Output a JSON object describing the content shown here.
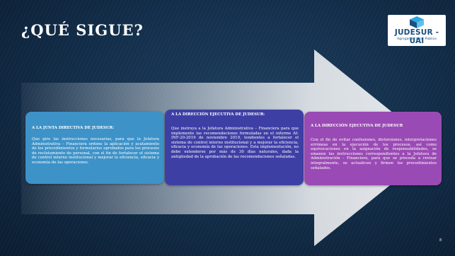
{
  "slide": {
    "title": "¿QUÉ SIGUE?",
    "page_number": "8"
  },
  "logo": {
    "name": "JUDESUR - UAI",
    "tagline": "Agregando Valor Público",
    "colors": {
      "primary": "#1a4f7e",
      "accent": "#2fa6e0"
    }
  },
  "cards": [
    {
      "heading": "A LA JUNTA DIRECTIVA DE JUDESUR:",
      "body": "Que gire las instrucciones necesarias, para que la Jefatura Administrativa – Financiera ordene la aplicación y acatamiento de los procedimientos y formularios aprobados para los procesos de reclutamiento de personal, con el fin de fortalecer el sistema de control interno institucional y mejorar la eficiencia, eficacia y economía de las operaciones.",
      "color": "#3d92c8"
    },
    {
      "heading": "A LA DIRECCIÓN EJECUTIVA DE JUDESUR:",
      "body": "Que instruya a la Jefatura Administrativa – Financiera para que implemente las recomendaciones formuladas en el informe AI-INF-20-2019 de noviembre 2019, tendientes a fortalecer el sistema de control interno institucional y a mejorar la eficiencia, eficacia y economía de las operaciones. Esta implementación, no debe extenderse por más de 30 días naturales, dada la antigüedad de la aprobación de las recomendaciones señaladas.",
      "color": "#3e3fa5"
    },
    {
      "heading": "A LA DIRECCIÓN EJECUTIVA DE JUDESUR",
      "body": "Con el fin de evitar confusiones, distorsiones, interpretaciones erróneas en la ejecución de los procesos, así como equivocaciones en la asignación de responsabilidades, se emanen las instrucciones correspondientes a la Jefatura de Administración - Financiera, para que se proceda a revisar integralmente, se actualicen y firmen los procedimientos señalados.",
      "color": "#9a4ab4"
    }
  ]
}
